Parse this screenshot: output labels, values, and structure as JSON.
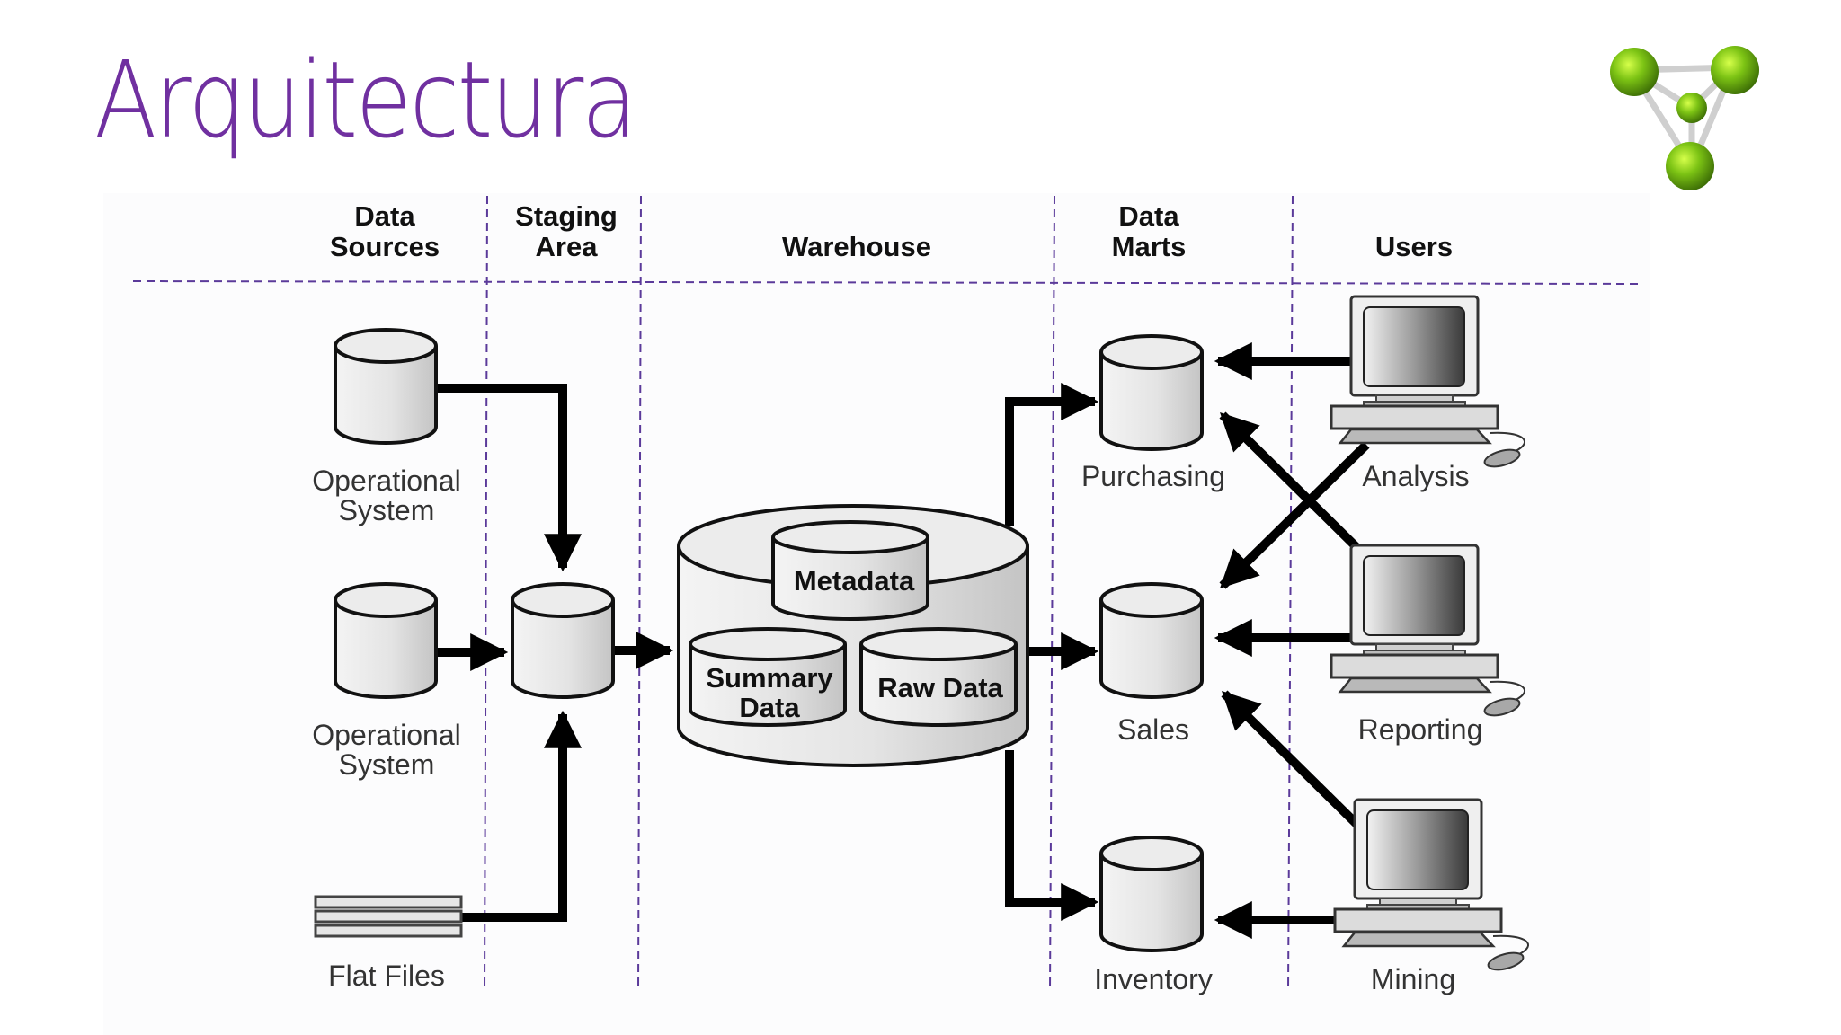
{
  "slide": {
    "title": "Arquitectura",
    "accent_color": "#7030a0",
    "logo": "molecule-icon"
  },
  "diagram": {
    "columns": [
      {
        "id": "sources",
        "line1": "Data",
        "line2": "Sources"
      },
      {
        "id": "staging",
        "line1": "Staging",
        "line2": "Area"
      },
      {
        "id": "warehouse",
        "line1": "",
        "line2": "Warehouse"
      },
      {
        "id": "marts",
        "line1": "Data",
        "line2": "Marts"
      },
      {
        "id": "users",
        "line1": "",
        "line2": "Users"
      }
    ],
    "sources": [
      {
        "line1": "Operational",
        "line2": "System",
        "icon": "database-icon"
      },
      {
        "line1": "Operational",
        "line2": "System",
        "icon": "database-icon"
      },
      {
        "line1": "Flat Files",
        "line2": "",
        "icon": "flat-files-icon"
      }
    ],
    "staging": {
      "icon": "database-icon"
    },
    "warehouse": {
      "metadata": "Metadata",
      "summary_line1": "Summary",
      "summary_line2": "Data",
      "raw": "Raw Data"
    },
    "marts": [
      {
        "label": "Purchasing",
        "icon": "database-icon"
      },
      {
        "label": "Sales",
        "icon": "database-icon"
      },
      {
        "label": "Inventory",
        "icon": "database-icon"
      }
    ],
    "users": [
      {
        "label": "Analysis",
        "icon": "computer-icon"
      },
      {
        "label": "Reporting",
        "icon": "computer-icon"
      },
      {
        "label": "Mining",
        "icon": "computer-icon"
      }
    ],
    "divider_color": "#5b3a9a"
  }
}
